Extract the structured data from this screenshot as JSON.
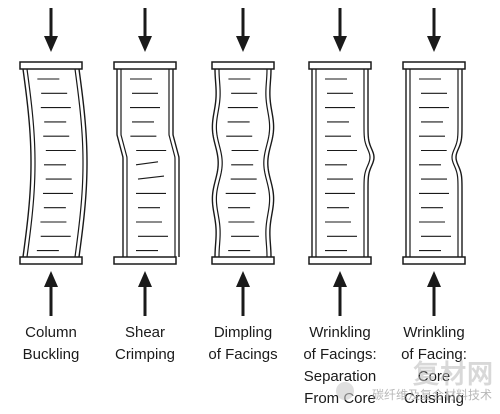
{
  "panels": [
    {
      "id": "column-buckling",
      "mode": "column",
      "caption": [
        "Column",
        "Buckling"
      ]
    },
    {
      "id": "shear-crimping",
      "mode": "shear",
      "caption": [
        "Shear",
        "Crimping"
      ]
    },
    {
      "id": "dimpling-of-facings",
      "mode": "dimple",
      "caption": [
        "Dimpling",
        "of Facings"
      ]
    },
    {
      "id": "wrinkling-separation",
      "mode": "wrinkle-out",
      "caption": [
        "Wrinkling",
        "of Facings:",
        "Separation",
        "From Core"
      ]
    },
    {
      "id": "wrinkling-crushing",
      "mode": "wrinkle-in",
      "caption": [
        "Wrinkling",
        "of Facing:",
        "Core",
        "Crushing"
      ]
    }
  ],
  "watermark": {
    "site": "复材网",
    "name": "碳纤维及复合材料技术"
  },
  "colors": {
    "ink": "#1a1a1a",
    "background": "#ffffff"
  }
}
